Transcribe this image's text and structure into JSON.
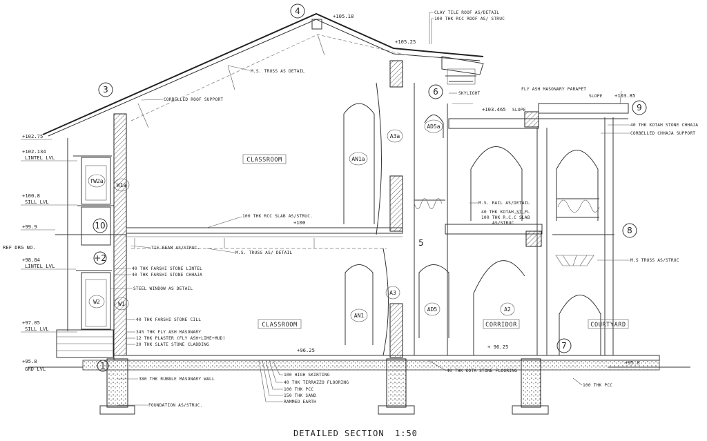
{
  "title": "DETAILED SECTION",
  "scale": "1:50",
  "grid_bubbles": [
    "1",
    "+2",
    "3",
    "4",
    "5",
    "6",
    "7",
    "8",
    "9",
    "10"
  ],
  "levels": {
    "ridge": "+105.18",
    "roof_edge": "+105.25",
    "parapet": "+103.85",
    "eave": "+102.75",
    "upper_lintel_value": "+102.134",
    "upper_lintel_label": "LINTEL LVL",
    "upper_sill_value": "+100.8",
    "upper_sill_label": "SILL LVL",
    "ref_value": "+99.9",
    "ref_label": "REF DRG NO.",
    "first_floor": "+100",
    "lower_lintel_value": "+98.84",
    "lower_lintel_label": "LINTEL LVL",
    "lower_sill_value": "+97.05",
    "lower_sill_label": "SILL LVL",
    "plinth": "+96.25",
    "corridor_plinth": "+ 96.25",
    "ground_value": "+95.8",
    "ground_label": "GRD LVL",
    "courtyard": "+95.8",
    "skylight_slope_level": "+103.465",
    "slope_text": "SLOPE",
    "slope_text_2": "SLOPE"
  },
  "rooms": {
    "classroom_upper": "CLASSROOM",
    "classroom_lower": "CLASSROOM",
    "corridor": "CORRIDOR",
    "courtyard": "COURTYARD"
  },
  "tags": {
    "fw2a": "fW2a",
    "w1a": "W1a",
    "w2": "W2",
    "w1": "W1",
    "an1a": "AN1a",
    "an1": "AN1",
    "a3a": "A3a",
    "a3": "A3",
    "ad5a": "AD5a",
    "ad5": "AD5",
    "a2": "A2"
  },
  "notes": {
    "clay_tile": "CLAY TILE ROOF AS/DETAIL",
    "rcc_roof": "100 THK RCC ROOF AS/ STRUC",
    "ms_truss_roof": "M.S. TRUSS AS DETAIL",
    "corbelled_roof": "CORBELLED ROOF SUPPORT",
    "skylight": "SKYLIGHT",
    "fly_ash_parapet": "FLY ASH MASONARY PARAPET",
    "kotah_chhaja": "40 THK KOTAH STONE CHHAJA",
    "corbelled_chhaja": "CORBELLED CHHAJA SUPPORT",
    "ms_rail": "M.S. RAIL AS/DETAIL",
    "kotah_fl": "40 THK KOTAH ST FL",
    "rcc_slab_right": "100 THK R.C.C SLAB",
    "as_struc": "AS/STRUC",
    "rcc_slab_mid": "100 THK RCC SLAB AS/STRUC.",
    "tie_beam": "TIE BEAM AS/STRUC.",
    "ms_truss_mid": "M.S. TRUSS AS/ DETAIL",
    "farshi_lintel": "40 THK FARSHI STONE LINTEL",
    "farshi_chhaja": "40 THK FARSHI STONE CHHAJA",
    "steel_window": "STEEL WINDOW AS DETAIL",
    "farshi_cill": "40 THK FARSHI STONE CILL",
    "fly_ash_masonary": "345 THK FLY ASH MASONARY",
    "plaster": "12 THK PLASTER (FLY ASH+LIME+MUD)",
    "slate_cladding": "20 THK SLATE STONE CLADDING",
    "rubble_wall": "380 THK RUBBLE MASONARY WALL",
    "foundation": "FOUNDATION AS/STRUC.",
    "skirting": "100 HIGH SKIRTING",
    "terrazzo": "40 THK TERRAZZO FLOORING",
    "pcc": "100 THK PCC",
    "sand": "150 THK SAND",
    "earth": "RAMMED EARTH",
    "kota_flooring": "40 THK KOTA STONE FLOORING",
    "pcc_right": "100 THK PCC",
    "ms_truss_right": "M.S TRUSS AS/STRUC"
  }
}
